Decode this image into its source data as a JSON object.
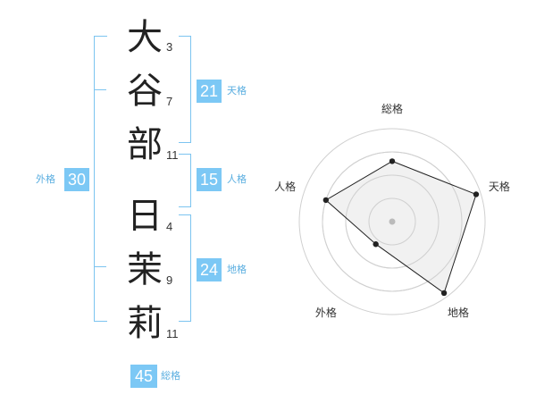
{
  "name": {
    "chars": [
      {
        "char": "大",
        "strokes": "3"
      },
      {
        "char": "谷",
        "strokes": "7"
      },
      {
        "char": "部",
        "strokes": "11"
      },
      {
        "char": "日",
        "strokes": "4"
      },
      {
        "char": "茉",
        "strokes": "9"
      },
      {
        "char": "莉",
        "strokes": "11"
      }
    ]
  },
  "kakusu": {
    "tenkaku": {
      "value": "21",
      "label": "天格"
    },
    "jinkaku": {
      "value": "15",
      "label": "人格"
    },
    "chikaku": {
      "value": "24",
      "label": "地格"
    },
    "gaikaku": {
      "value": "30",
      "label": "外格"
    },
    "soukaku": {
      "value": "45",
      "label": "総格"
    }
  },
  "chart_data": {
    "type": "radar",
    "axes": [
      "総格",
      "天格",
      "地格",
      "外格",
      "人格"
    ],
    "values": [
      0.65,
      0.95,
      0.95,
      0.3,
      0.75
    ],
    "scale_max": 1,
    "rings": 4,
    "grid": true,
    "colors": {
      "fill": "#efefef",
      "line": "#222222",
      "ring": "#d0d0d0",
      "center": "#bbbbbb"
    }
  }
}
